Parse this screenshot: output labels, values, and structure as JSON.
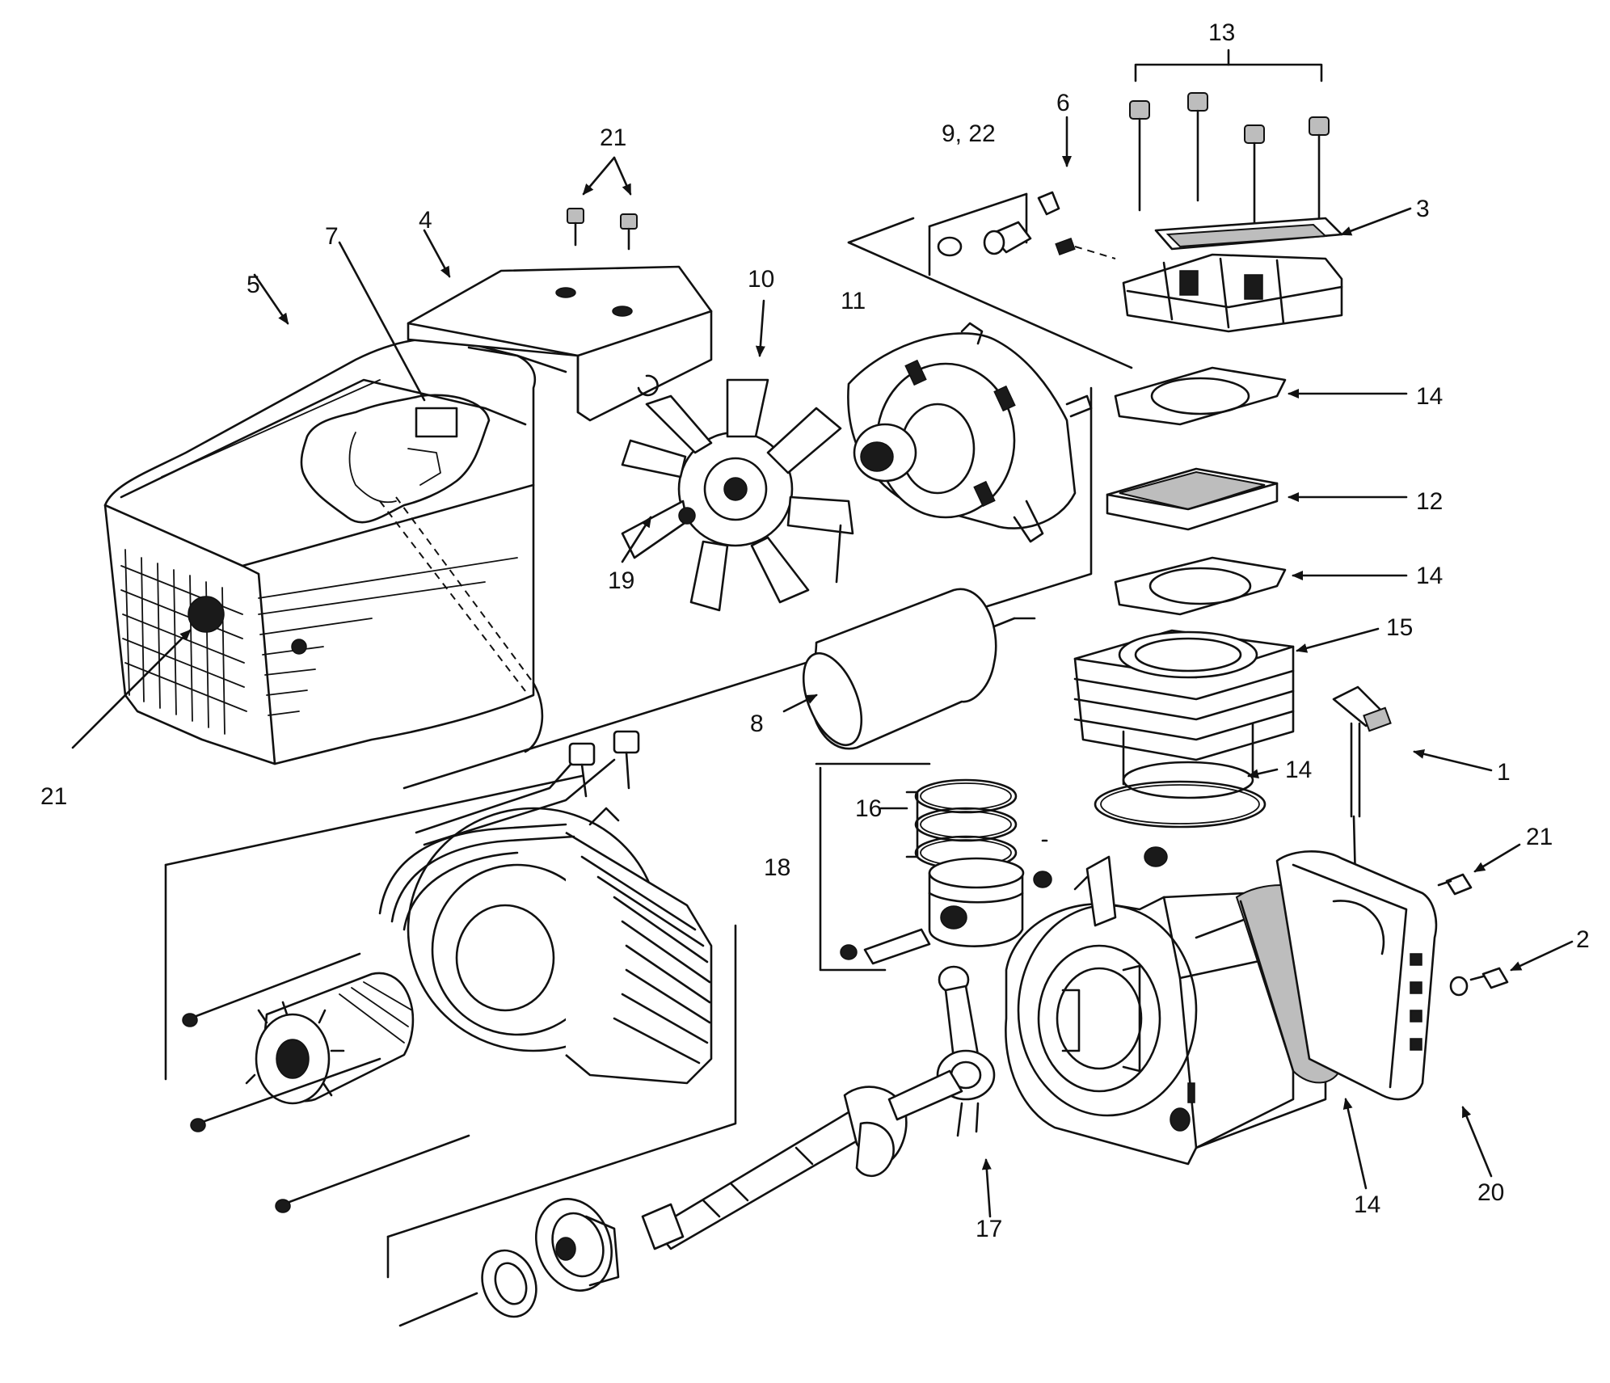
{
  "colors": {
    "ink": "#111111",
    "paper": "#ffffff"
  },
  "labels": {
    "l1": "1",
    "l2": "2",
    "l3": "3",
    "l4": "4",
    "l5": "5",
    "l6": "6",
    "l7": "7",
    "l8": "8",
    "l9_22": "9, 22",
    "l10": "10",
    "l11": "11",
    "l12": "12",
    "l13": "13",
    "l14a": "14",
    "l14b": "14",
    "l14c": "14",
    "l14d": "14",
    "l15": "15",
    "l16": "16",
    "l17": "17",
    "l18": "18",
    "l19": "19",
    "l20": "20",
    "l21a": "21",
    "l21b": "21",
    "l21c": "21"
  }
}
